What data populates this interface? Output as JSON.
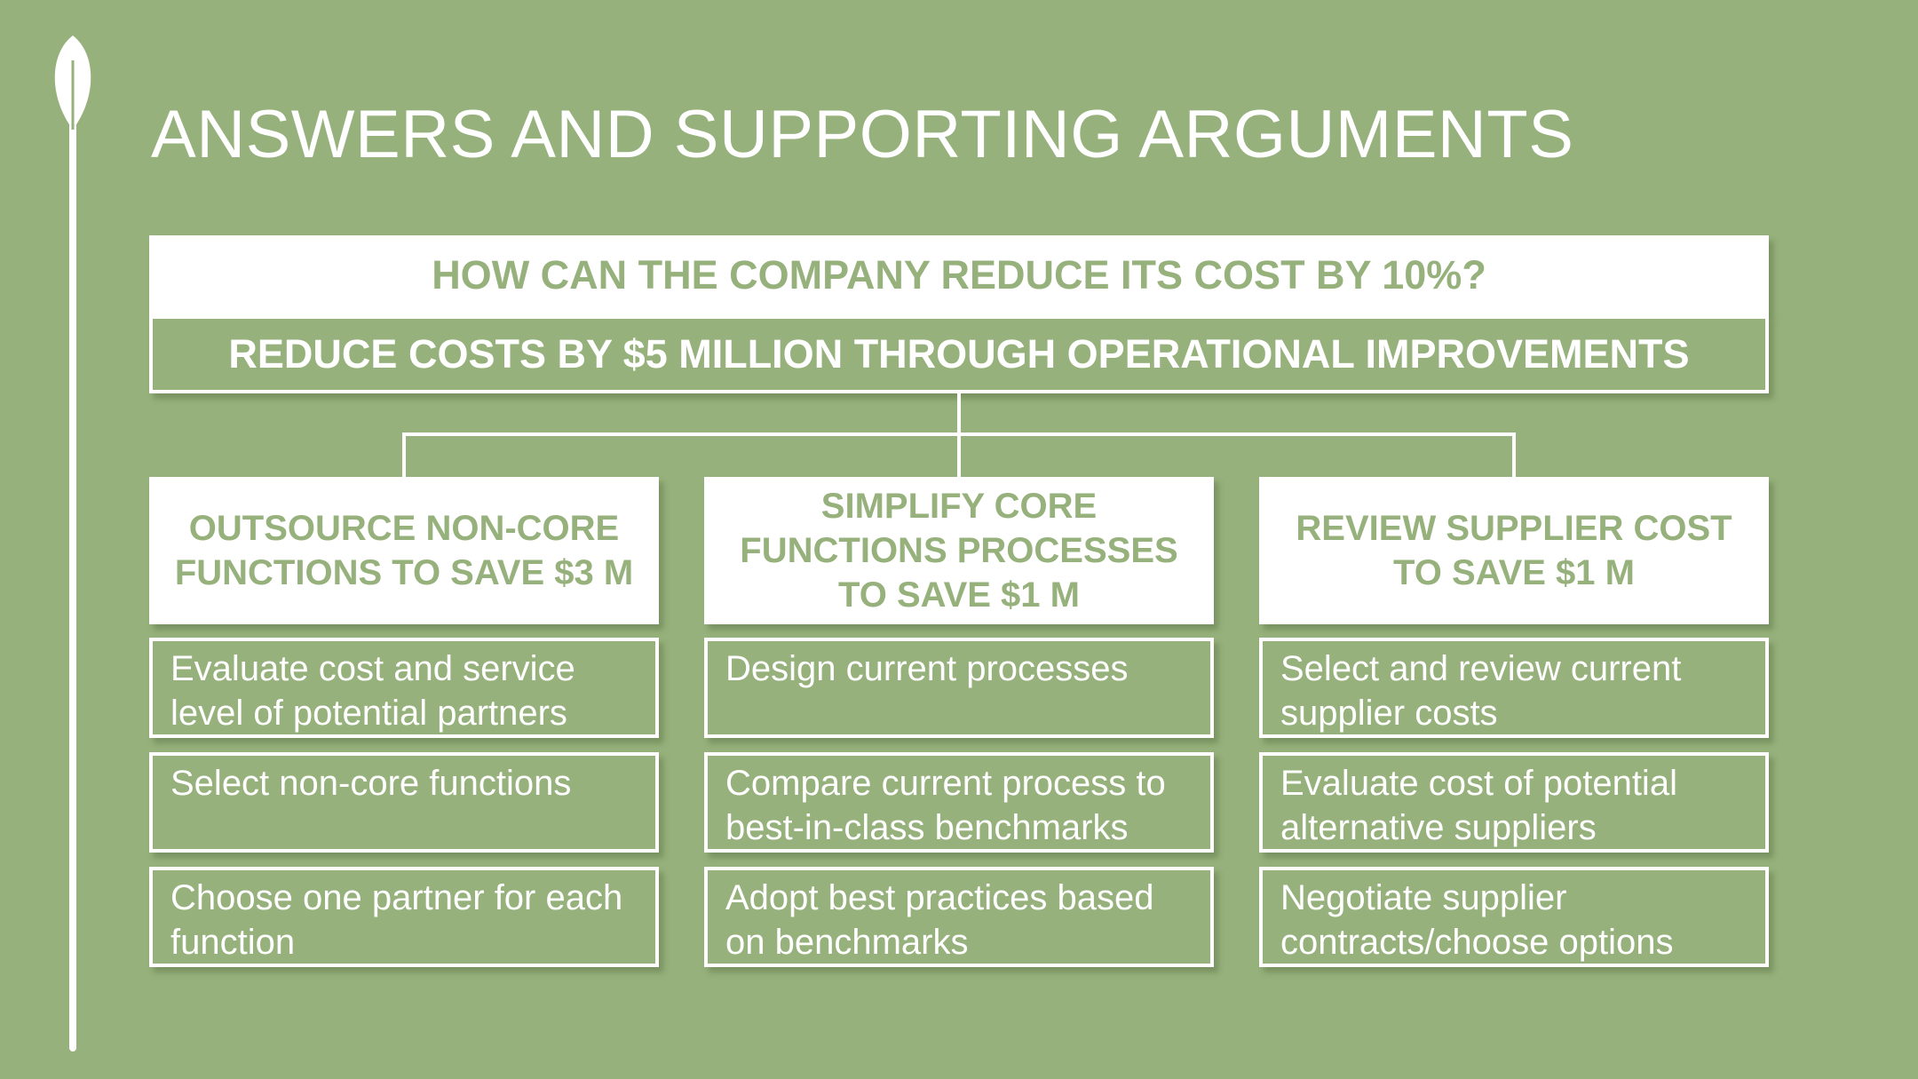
{
  "title": "ANSWERS AND SUPPORTING ARGUMENTS",
  "question": "HOW CAN THE COMPANY REDUCE ITS COST BY 10%?",
  "answer": "REDUCE COSTS BY $5 MILLION THROUGH OPERATIONAL IMPROVEMENTS",
  "arguments": [
    {
      "header": "OUTSOURCE NON-CORE FUNCTIONS TO SAVE $3 M",
      "items": [
        "Evaluate cost and service level of potential partners",
        "Select non-core functions",
        "Choose one partner for each function"
      ]
    },
    {
      "header": "SIMPLIFY CORE FUNCTIONS PROCESSES TO SAVE $1 M",
      "items": [
        "Design current processes",
        "Compare current process to best-in-class benchmarks",
        "Adopt best practices based on benchmarks"
      ]
    },
    {
      "header": "REVIEW SUPPLIER COST TO SAVE $1 M",
      "items": [
        "Select and review current supplier costs",
        "Evaluate cost of potential alternative suppliers",
        "Negotiate supplier contracts/choose options"
      ]
    }
  ],
  "colors": {
    "background": "#96b17b",
    "box": "#ffffff",
    "accent_text": "#96b17b"
  }
}
